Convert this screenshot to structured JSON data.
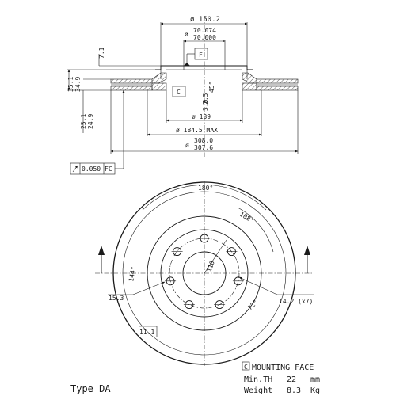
{
  "dimensions": {
    "outer_hat_dia": "ø 150.2",
    "bore_tol_upper": "70.074",
    "bore_tol_lower": "70.000",
    "bore_dia_symbol": "ø",
    "datum_f": "F",
    "height_7_1": "7.1",
    "height_35_1": "35.1",
    "height_34_9": "34.9",
    "height_25_1": "25.1",
    "height_24_9": "24.9",
    "chamfer_deg": "45°",
    "chamfer_2_5": "2.5",
    "chamfer_3_0": "3.0",
    "datum_c": "C",
    "pcd": "ø 139",
    "friction_max": "ø 184.5 MAX",
    "disc_dia_upper": "308.0",
    "disc_dia_lower": "307.6",
    "disc_dia_symbol": "ø",
    "runout_value": "0.050",
    "runout_datum": "FC"
  },
  "front_view": {
    "angle_180": "180°",
    "angle_108": "108°",
    "angle_144": "144°",
    "angle_72": "72°",
    "dim_110": "110",
    "hole_15_3": "15.3",
    "hole_14_2": "14.2 (x7)",
    "dim_11_1": "11.1"
  },
  "legend": {
    "mounting_symbol": "C",
    "mounting_face": "MOUNTING FACE",
    "min_th_label": "Min.TH",
    "min_th_value": "22",
    "min_th_unit": "mm",
    "weight_label": "Weight",
    "weight_value": "8.3",
    "weight_unit": "Kg"
  },
  "type_label": "Type DA"
}
